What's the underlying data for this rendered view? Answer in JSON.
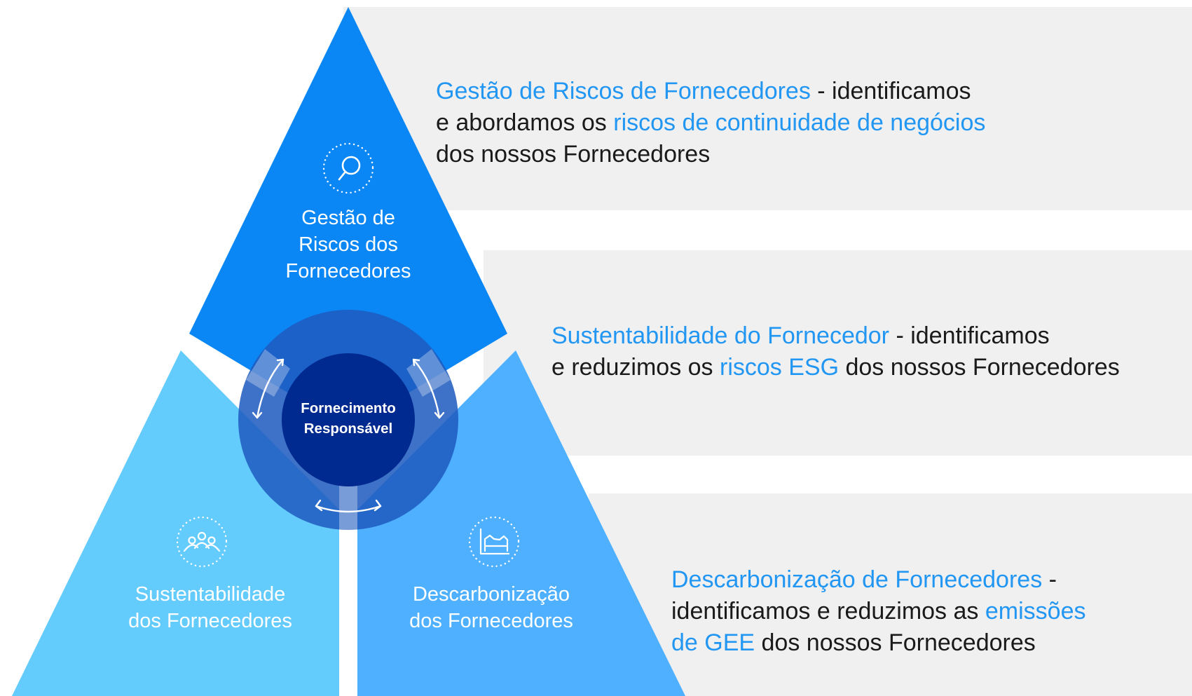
{
  "colors": {
    "top_segment": "#0a87f5",
    "left_segment": "#64cbfd",
    "right_segment": "#4fb0ff",
    "ring": "#1e5bbf",
    "core": "#002a8f",
    "highlight_text": "#2196f3",
    "body_text": "#1a1a1a",
    "band": "#f0f0f0"
  },
  "segments": {
    "top": {
      "icon": "search-icon",
      "label_lines": [
        "Gestão de",
        "Riscos dos",
        "Fornecedores"
      ]
    },
    "left": {
      "icon": "team-icon",
      "label_lines": [
        "Sustentabilidade",
        "dos Fornecedores"
      ]
    },
    "right": {
      "icon": "chart-icon",
      "label_lines": [
        "Descarbonização",
        "dos Fornecedores"
      ]
    }
  },
  "center": {
    "label_lines": [
      "Fornecimento",
      "Responsável"
    ],
    "icon": "cycle-arrows-icon"
  },
  "descriptions": [
    {
      "line1_hl": "Gestão de Riscos de Fornecedores",
      "line1_text": " - identificamos",
      "line2_text": "e abordamos os ",
      "line2_hl": "riscos de continuidade de negócios",
      "line3_text": "dos nossos Fornecedores"
    },
    {
      "line1_hl": "Sustentabilidade do Fornecedor",
      "line1_text": " - identificamos",
      "line2_text": "e reduzimos os ",
      "line2_hl": "riscos ESG",
      "line2_text_after": " dos nossos Fornecedores"
    },
    {
      "line1_hl": "Descarbonização de Fornecedores",
      "line1_text": " -",
      "line2_text": "identificamos e reduzimos as ",
      "line2_hl": "emissões",
      "line3_hl": "de GEE",
      "line3_text": " dos nossos Fornecedores"
    }
  ]
}
